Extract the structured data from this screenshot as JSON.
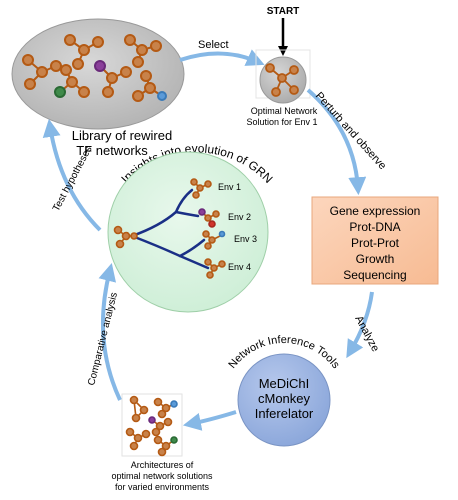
{
  "library": {
    "line1": "Library of rewired",
    "line2": "TF networks"
  },
  "arrows": {
    "select": "Select",
    "perturb": "Perturb and observe",
    "analyze": "Analyze",
    "comparative": "Comparative analysis",
    "test": "Test hypotheses"
  },
  "start": "START",
  "optimal": {
    "line1": "Optimal Network",
    "line2": "Solution for Env 1"
  },
  "experiments": [
    "Gene expression",
    "Prot-DNA",
    "Prot-Prot",
    "Growth",
    "Sequencing"
  ],
  "inference": {
    "title": "Network Inference Tools",
    "tools": [
      "MeDiChI",
      "cMonkey",
      "Inferelator"
    ]
  },
  "architectures": {
    "line1": "Architectures of",
    "line2": "optimal network solutions",
    "line3": "for varied environments"
  },
  "insights": {
    "title": "Insights into evolution of GRN",
    "envs": [
      "Env 1",
      "Env 2",
      "Env 3",
      "Env 4"
    ]
  },
  "colors": {
    "node": "#c8824a",
    "edge": "#b45a14",
    "arrow": "#86b8e6",
    "insights_fill": "#dbf4e2",
    "library_fill": "#c6c6c6",
    "inference_fill": "#9db7e2",
    "experiments_fill": "#fbc8a6",
    "tree": "#1a2f86"
  }
}
